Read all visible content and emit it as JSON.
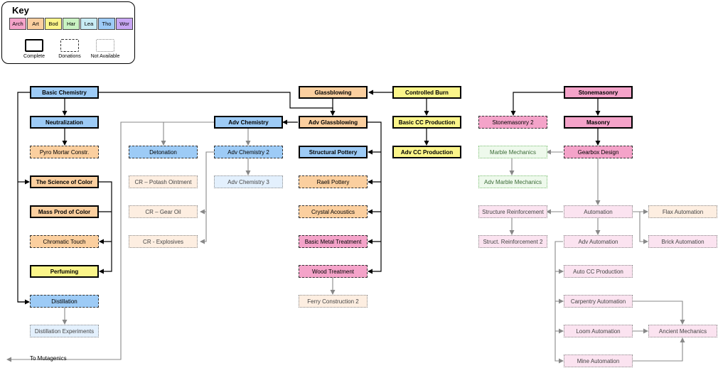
{
  "legend": {
    "title": "Key",
    "categories": [
      {
        "label": "Arch",
        "color": "#f4a3c9"
      },
      {
        "label": "Art",
        "color": "#fbcf9f"
      },
      {
        "label": "Bod",
        "color": "#fbf58a"
      },
      {
        "label": "Har",
        "color": "#c9f2c2"
      },
      {
        "label": "Lea",
        "color": "#c8ecf4"
      },
      {
        "label": "Tho",
        "color": "#9dcbf6"
      },
      {
        "label": "Wor",
        "color": "#c8a6f4"
      }
    ],
    "states": [
      {
        "label": "Complete"
      },
      {
        "label": "Donations"
      },
      {
        "label": "Not Available"
      }
    ]
  },
  "colors": {
    "tho": "#9dcbf6",
    "tho_light": "#e3f0fd",
    "art": "#fbcf9f",
    "art_light": "#fdeee1",
    "bod": "#fbf58a",
    "arch": "#f4a3c9",
    "arch_light": "#fbe3f0",
    "har_light": "#eef9ec",
    "wire": "#888888",
    "wire_dark": "#000000"
  },
  "nodes": {
    "basic_chemistry": "Basic Chemistry",
    "neutralization": "Neutralization",
    "pyro_mortar": "Pyro Mortar Constr.",
    "science_of_color": "The Science of Color",
    "mass_prod_color": "Mass Prod of Color",
    "chromatic_touch": "Chromatic Touch",
    "perfuming": "Perfuming",
    "distillation": "Distillation",
    "distillation_experiments": "Distillation Experiments",
    "detonation": "Detonation",
    "adv_chemistry": "Adv Chemistry",
    "adv_chemistry_2": "Adv Chemistry 2",
    "adv_chemistry_3": "Adv Chemistry 3",
    "cr_potash": "CR – Potash Ointment",
    "cr_gear_oil": "CR – Gear Oil",
    "cr_explosives": "CR - Explosives",
    "glassblowing": "Glassblowing",
    "adv_glassblowing": "Adv Glassblowing",
    "structural_pottery": "Structural Pottery",
    "raeli_pottery": "Raeli Pottery",
    "crystal_acoustics": "Crystal Acoustics",
    "basic_metal_treatment": "Basic Metal Treatment",
    "wood_treatment": "Wood Treatment",
    "ferry_construction_2": "Ferry Construction 2",
    "controlled_burn": "Controlled Burn",
    "basic_cc_production": "Basic CC Production",
    "adv_cc_production": "Adv CC Production",
    "stonemasonry": "Stonemasonry",
    "stonemasonry_2": "Stonemasonry 2",
    "masonry": "Masonry",
    "marble_mechanics": "Marble Mechanics",
    "gearbox_design": "Gearbox Design",
    "adv_marble_mechanics": "Adv Marble Mechanics",
    "structure_reinforcement": "Structure Reinforcement",
    "automation": "Automation",
    "flax_automation": "Flax Automation",
    "struct_reinforcement_2": "Struct. Reinforcement 2",
    "adv_automation": "Adv Automation",
    "brick_automation": "Brick Automation",
    "auto_cc_production": "Auto CC Production",
    "carpentry_automation": "Carpentry Automation",
    "loom_automation": "Loom Automation",
    "ancient_mechanics": "Ancient Mechanics",
    "mine_automation": "Mine Automation"
  },
  "footer": {
    "to_mutagenics": "To Mutagenics"
  }
}
